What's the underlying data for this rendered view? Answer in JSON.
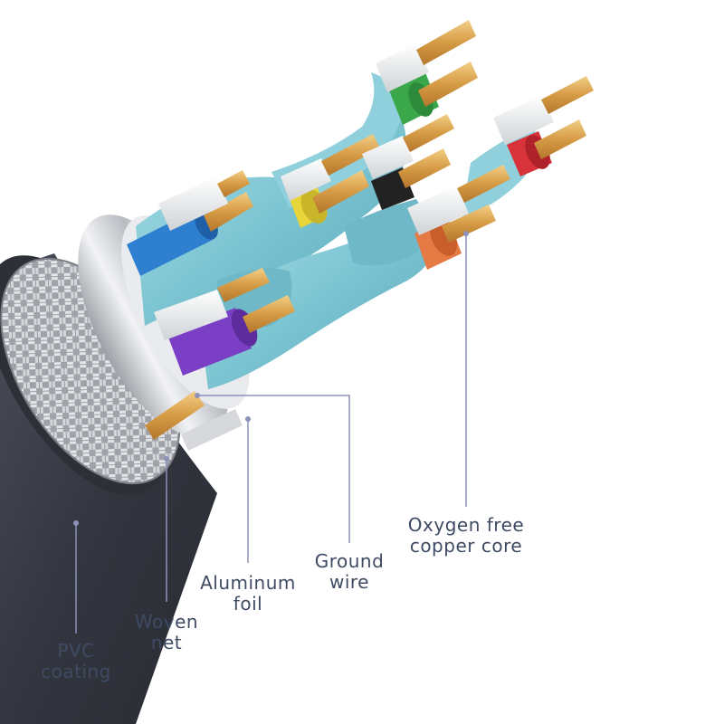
{
  "labels": {
    "pvc": {
      "line1": "PVC",
      "line2": "coating"
    },
    "woven": {
      "line1": "Woven",
      "line2": "net"
    },
    "aluminum": {
      "line1": "Aluminum",
      "line2": "foil"
    },
    "ground": {
      "line1": "Ground",
      "line2": "wire"
    },
    "copper": {
      "line1": "Oxygen free",
      "line2": "copper core"
    }
  },
  "colors": {
    "leader_line": "#8d92b8",
    "label_text": "#3e4b63",
    "jacket": "#3a3d48",
    "braid": "#b8b8b8",
    "foil": "#c9cbd0",
    "pair_shield": "#7ec6d3",
    "copper": "#d9a24e",
    "conductor_colors": [
      "#2f7fd0",
      "#7a3fc4",
      "#e8d53a",
      "#3aa84a",
      "#d8323a",
      "#e67a45",
      "#222222"
    ]
  }
}
